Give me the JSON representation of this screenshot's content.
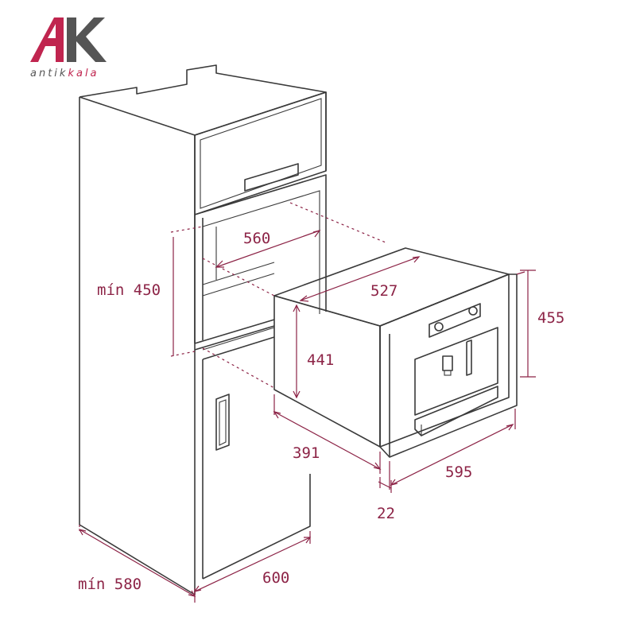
{
  "logo": {
    "mark": "AK",
    "wordmark_part1": "antik",
    "wordmark_part2": "kala",
    "color_primary": "#c0254f",
    "color_secondary": "#555555"
  },
  "dimensions": {
    "niche_width_top": "560",
    "niche_height_min": "mín 450",
    "appliance_depth_top": "527",
    "appliance_body_height": "441",
    "appliance_front_height": "455",
    "appliance_body_depth": "391",
    "front_panel_width": "595",
    "front_panel_thickness": "22",
    "cabinet_depth_min": "mín 580",
    "cabinet_width": "600"
  },
  "colors": {
    "line": "#3a3a3a",
    "dimension": "#8c2346"
  }
}
